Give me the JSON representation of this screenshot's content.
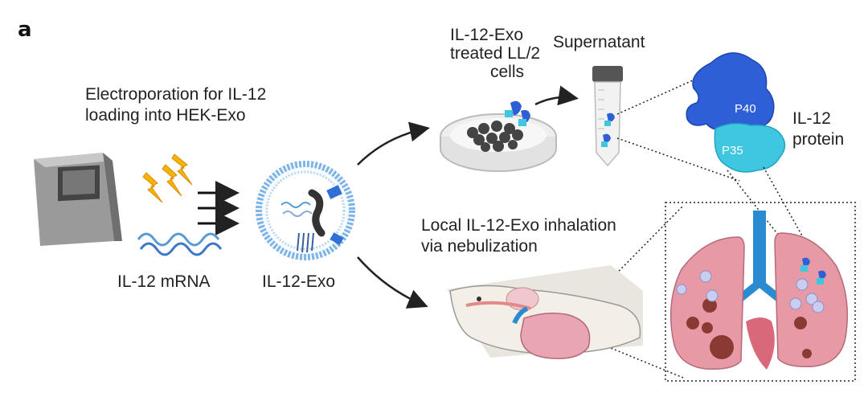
{
  "panel_label": "a",
  "labels": {
    "electroporation_line1": "Electroporation for IL-12",
    "electroporation_line2": "loading into HEK-Exo",
    "mrna": "IL-12 mRNA",
    "exo": "IL-12-Exo",
    "treated_line1": "IL-12-Exo",
    "treated_line2": "treated LL/2",
    "treated_line3": "cells",
    "supernatant": "Supernatant",
    "protein_line1": "IL-12",
    "protein_line2": "protein",
    "p40": "P40",
    "p35": "P35",
    "inhalation_line1": "Local IL-12-Exo inhalation",
    "inhalation_line2": "via nebulization"
  },
  "icons": [
    "electroporator-icon",
    "lightning-icon",
    "mrna-strand-icon",
    "exosome-icon",
    "petri-dish-icon",
    "centrifuge-tube-icon",
    "il12-protein-icon",
    "mouse-icon",
    "lungs-icon"
  ],
  "colors": {
    "p40_blue": "#2f5fd6",
    "p35_cyan": "#3fc6e0",
    "lung_pink": "#e79aa6",
    "tumor_brown": "#8b3a33",
    "lightning_yellow": "#f4b400",
    "mrna_blue": "#5b9bd5"
  }
}
